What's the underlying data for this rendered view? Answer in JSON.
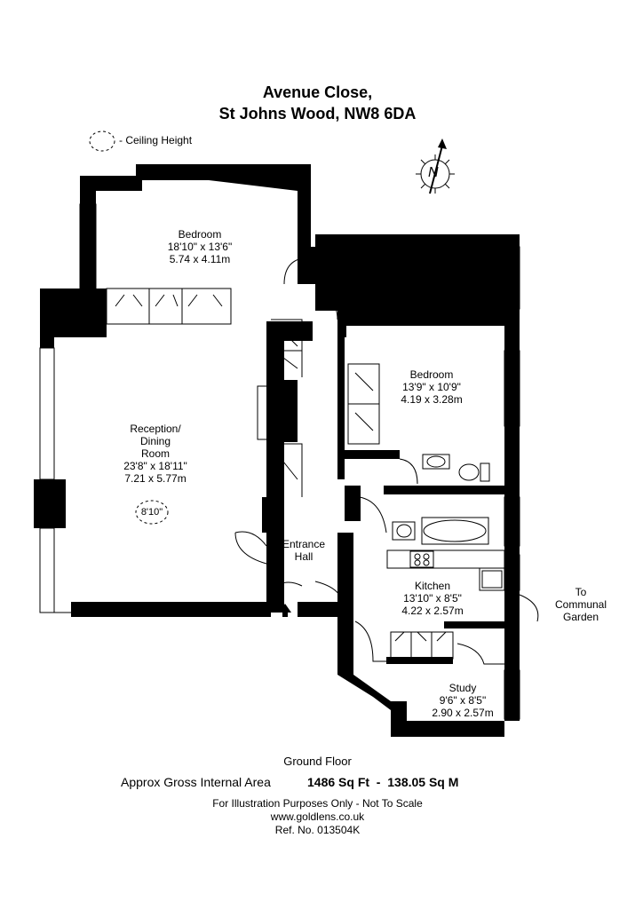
{
  "title": {
    "line1": "Avenue Close,",
    "line2": "St Johns Wood, NW8 6DA"
  },
  "legend": {
    "ceiling_label": "- Ceiling Height"
  },
  "compass": {
    "letter": "N"
  },
  "rooms": {
    "bedroom1": {
      "name": "Bedroom",
      "imperial": "18'10\" x 13'6\"",
      "metric": "5.74 x 4.11m"
    },
    "bedroom2": {
      "name": "Bedroom",
      "imperial": "13'9\" x 10'9\"",
      "metric": "4.19 x 3.28m"
    },
    "reception": {
      "name_line1": "Reception/",
      "name_line2": "Dining",
      "name_line3": "Room",
      "imperial": "23'8\" x 18'11\"",
      "metric": "7.21 x 5.77m",
      "ceiling": "8'10\""
    },
    "hall": {
      "line1": "Entrance",
      "line2": "Hall"
    },
    "kitchen": {
      "name": "Kitchen",
      "imperial": "13'10\" x 8'5\"",
      "metric": "4.22 x 2.57m"
    },
    "study": {
      "name": "Study",
      "imperial": "9'6\" x 8'5\"",
      "metric": "2.90 x 2.57m"
    },
    "garden": {
      "line1": "To",
      "line2": "Communal",
      "line3": "Garden"
    }
  },
  "footer": {
    "floor": "Ground Floor",
    "area_label": "Approx Gross Internal Area",
    "area_value": "1486 Sq Ft  -  138.05 Sq M",
    "disclaimer": "For Illustration Purposes Only - Not To Scale",
    "website": "www.goldlens.co.uk",
    "ref": "Ref. No. 013504K"
  }
}
